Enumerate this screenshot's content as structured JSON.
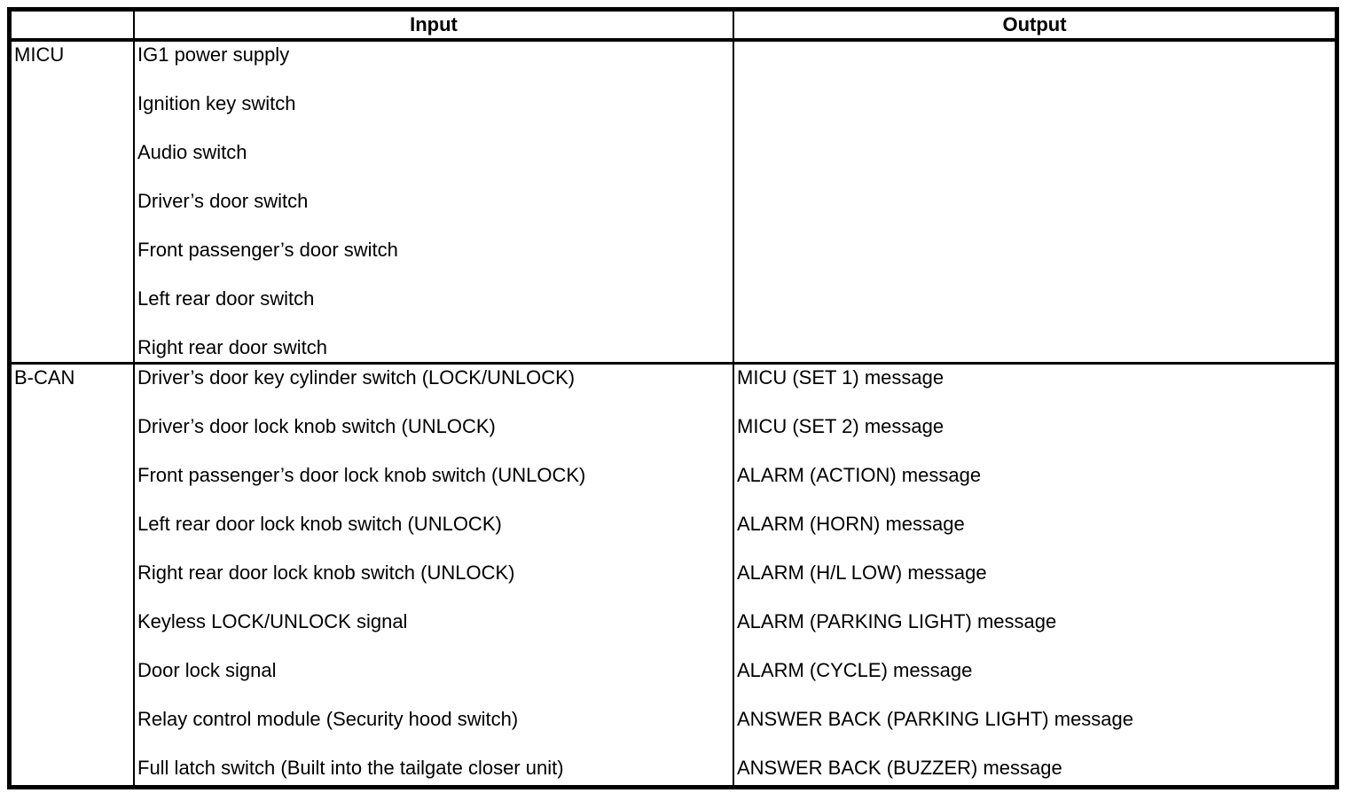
{
  "page": {
    "background_color": "#ffffff",
    "border_color": "#000000",
    "text_color": "#000000"
  },
  "table": {
    "header": {
      "source_label": "",
      "input_label": "Input",
      "output_label": "Output"
    },
    "rows": [
      {
        "source": "MICU",
        "inputs": [
          "IG1 power supply",
          "Ignition key switch",
          "Audio switch",
          "Driver’s door switch",
          "Front passenger’s door switch",
          "Left rear door switch",
          "Right rear door switch"
        ],
        "outputs": []
      },
      {
        "source": "B-CAN",
        "inputs": [
          "Driver’s door key cylinder switch (LOCK/UNLOCK)",
          "Driver’s door lock knob switch (UNLOCK)",
          "Front passenger’s door lock knob switch (UNLOCK)",
          "Left rear door lock knob switch (UNLOCK)",
          "Right rear door lock knob switch (UNLOCK)",
          "Keyless LOCK/UNLOCK signal",
          "Door lock signal",
          "Relay control module (Security hood switch)",
          "Full latch switch (Built into the tailgate closer unit)"
        ],
        "outputs": [
          "MICU (SET 1) message",
          "MICU (SET 2) message",
          "ALARM (ACTION) message",
          "ALARM (HORN) message",
          "ALARM (H/L LOW) message",
          "ALARM (PARKING LIGHT) message",
          "ALARM (CYCLE) message",
          "ANSWER BACK (PARKING LIGHT) message",
          "ANSWER BACK (BUZZER) message"
        ]
      }
    ]
  }
}
